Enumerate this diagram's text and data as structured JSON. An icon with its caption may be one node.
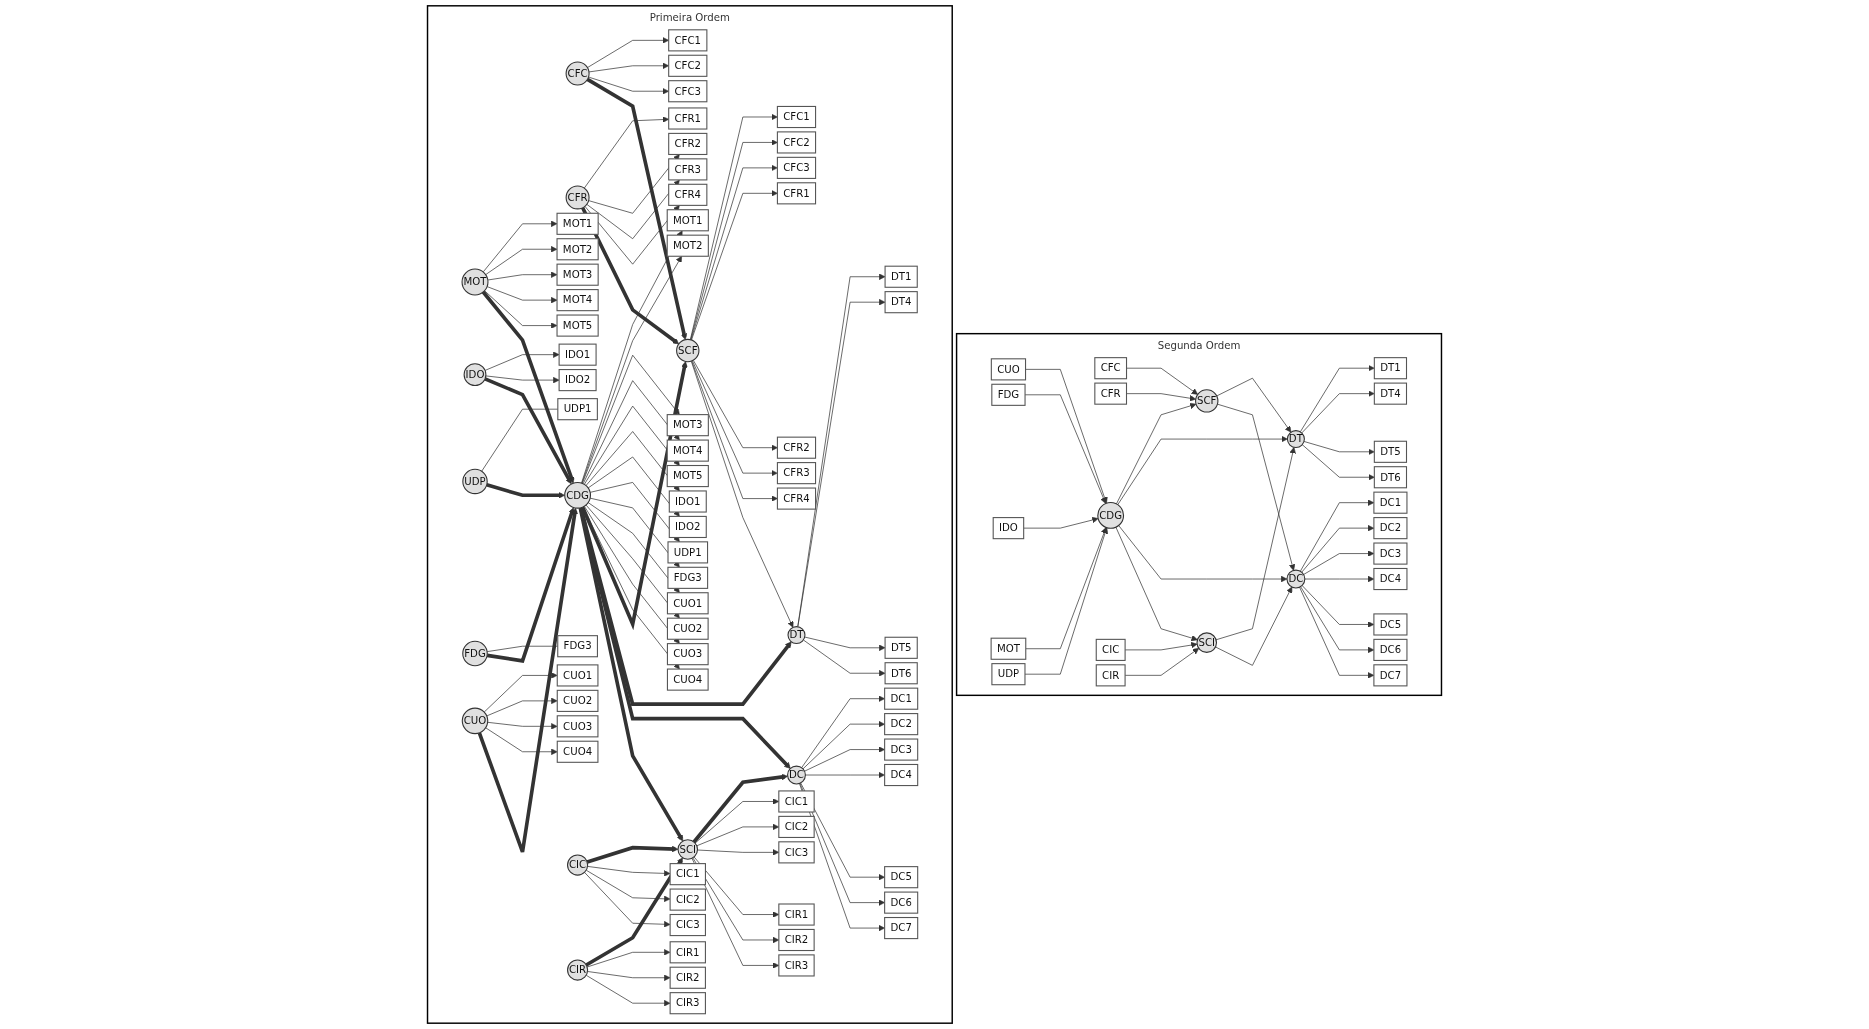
{
  "diagram": {
    "nodes": [
      {
        "text": [
          "Primeira Ordem"
        ]
      },
      {
        "text": [
          "CFC1"
        ],
        "in": 0
      },
      {
        "text": [
          "CFC2"
        ],
        "in": 0
      },
      {
        "text": [
          "CFC3"
        ],
        "in": 0
      },
      {
        "text": [
          "CFR1"
        ],
        "in": 0
      },
      {
        "text": [
          "CFR2"
        ],
        "in": 0
      },
      {
        "text": [
          "CFR3"
        ],
        "in": 0
      },
      {
        "text": [
          "CFR4"
        ],
        "in": 0
      },
      {
        "text": [
          "CFC"
        ],
        "in": 0
      },
      {
        "text": [
          "CFR"
        ],
        "in": 0
      },
      {
        "text": [
          "MOT1"
        ],
        "in": 0
      },
      {
        "text": [
          "MOT2"
        ],
        "in": 0
      },
      {
        "text": [
          "MOT3"
        ],
        "in": 0
      },
      {
        "text": [
          "MOT4"
        ],
        "in": 0
      },
      {
        "text": [
          "MOT5"
        ],
        "in": 0
      },
      {
        "text": [
          "MOT"
        ],
        "in": 0
      },
      {
        "text": [
          "CFC1"
        ],
        "in": 0
      },
      {
        "text": [
          "CFC2"
        ],
        "in": 0
      },
      {
        "text": [
          "CFC3"
        ],
        "in": 0
      },
      {
        "text": [
          "CFR1"
        ],
        "in": 0
      },
      {
        "text": [
          "CFR2"
        ],
        "in": 0
      },
      {
        "text": [
          "CFR3"
        ],
        "in": 0
      },
      {
        "text": [
          "CFR4"
        ],
        "in": 0
      },
      {
        "text": [
          "SCF"
        ],
        "in": 0
      },
      {
        "text": [
          "DT1"
        ],
        "in": 0
      },
      {
        "text": [
          "DT4"
        ],
        "in": 0
      },
      {
        "text": [
          "MOT1"
        ],
        "in": 0
      },
      {
        "text": [
          "MOT2"
        ],
        "in": 0
      },
      {
        "text": [
          "MOT3"
        ],
        "in": 0
      },
      {
        "text": [
          "MOT4"
        ],
        "in": 0
      },
      {
        "text": [
          "MOT5"
        ],
        "in": 0
      },
      {
        "text": [
          "DT"
        ],
        "in": 0
      },
      {
        "text": [
          "DT5"
        ],
        "in": 0
      },
      {
        "text": [
          "DT6"
        ],
        "in": 0
      },
      {
        "text": [
          "IDO1"
        ],
        "in": 0
      },
      {
        "text": [
          "IDO2"
        ],
        "in": 0
      },
      {
        "text": [
          "IDO"
        ],
        "in": 0
      },
      {
        "text": [
          "DC1"
        ],
        "in": 0
      },
      {
        "text": [
          "IDO1"
        ],
        "in": 0
      },
      {
        "text": [
          "IDO2"
        ],
        "in": 0
      },
      {
        "text": [
          "DC2"
        ],
        "in": 0
      },
      {
        "text": [
          "UDP1"
        ],
        "in": 0
      },
      {
        "text": [
          "UDP"
        ],
        "in": 0
      },
      {
        "text": [
          "UDP1"
        ],
        "in": 0
      },
      {
        "text": [
          "CDG"
        ],
        "in": 0
      },
      {
        "text": [
          "DC3"
        ],
        "in": 0
      },
      {
        "text": [
          "DC4"
        ],
        "in": 0
      },
      {
        "text": [
          "DC"
        ],
        "in": 0
      },
      {
        "text": [
          "DC5"
        ],
        "in": 0
      },
      {
        "text": [
          "FDG3"
        ],
        "in": 0
      },
      {
        "text": [
          "FDG"
        ],
        "in": 0
      },
      {
        "text": [
          "FDG3"
        ],
        "in": 0
      },
      {
        "text": [
          "SCI"
        ],
        "in": 0
      },
      {
        "text": [
          "DC6"
        ],
        "in": 0
      },
      {
        "text": [
          "DC7"
        ],
        "in": 0
      },
      {
        "text": [
          "CUO1"
        ],
        "in": 0
      },
      {
        "text": [
          "CUO2"
        ],
        "in": 0
      },
      {
        "text": [
          "CUO3"
        ],
        "in": 0
      },
      {
        "text": [
          "CUO4"
        ],
        "in": 0
      },
      {
        "text": [
          "CUO"
        ],
        "in": 0
      },
      {
        "text": [
          "CUO1"
        ],
        "in": 0
      },
      {
        "text": [
          "CUO2"
        ],
        "in": 0
      },
      {
        "text": [
          "CUO3"
        ],
        "in": 0
      },
      {
        "text": [
          "CUO4"
        ],
        "in": 0
      },
      {
        "text": [
          "CIC1"
        ],
        "in": 0
      },
      {
        "text": [
          "CIC2"
        ],
        "in": 0
      },
      {
        "text": [
          "CIC3"
        ],
        "in": 0
      },
      {
        "text": [
          "CIR1"
        ],
        "in": 0
      },
      {
        "text": [
          "CIR2"
        ],
        "in": 0
      },
      {
        "text": [
          "CIR3"
        ],
        "in": 0
      },
      {
        "text": [
          "CIC"
        ],
        "in": 0
      },
      {
        "text": [
          "CIR"
        ],
        "in": 0
      },
      {
        "text": [
          "CIC1"
        ],
        "in": 0
      },
      {
        "text": [
          "CIC2"
        ],
        "in": 0
      },
      {
        "text": [
          "CIC3"
        ],
        "in": 0
      },
      {
        "text": [
          "CIR1"
        ],
        "in": 0
      },
      {
        "text": [
          "CIR2"
        ],
        "in": 0
      },
      {
        "text": [
          "CIR3"
        ],
        "in": 0
      },
      {
        "text": [
          "Segunda Ordem"
        ]
      },
      {
        "text": [
          "CFC"
        ],
        "in": 78
      },
      {
        "text": [
          "CFR"
        ],
        "in": 78
      },
      {
        "text": [
          "SCF"
        ],
        "in": 78
      },
      {
        "text": [
          "DT1"
        ],
        "in": 78
      },
      {
        "text": [
          "DT4"
        ],
        "in": 78
      },
      {
        "text": [
          "DT"
        ],
        "in": 78
      },
      {
        "text": [
          "DT5"
        ],
        "in": 78
      },
      {
        "text": [
          "DT6"
        ],
        "in": 78
      },
      {
        "text": [
          "CUO"
        ],
        "in": 78
      },
      {
        "text": [
          "FDG"
        ],
        "in": 78
      },
      {
        "text": [
          "IDO"
        ],
        "in": 78
      },
      {
        "text": [
          "CDG"
        ],
        "in": 78
      },
      {
        "text": [
          "MOT"
        ],
        "in": 78
      },
      {
        "text": [
          "UDP"
        ],
        "in": 78
      },
      {
        "text": [
          "DC1"
        ],
        "in": 78
      },
      {
        "text": [
          "DC2"
        ],
        "in": 78
      },
      {
        "text": [
          "DC3"
        ],
        "in": 78
      },
      {
        "text": [
          "DC4"
        ],
        "in": 78
      },
      {
        "text": [
          "DC5"
        ],
        "in": 78
      },
      {
        "text": [
          "DC6"
        ],
        "in": 78
      },
      {
        "text": [
          "DC7"
        ],
        "in": 78
      },
      {
        "text": [
          "DC"
        ],
        "in": 78
      },
      {
        "text": [
          "SCI"
        ],
        "in": 78
      },
      {
        "text": [
          "CIC"
        ],
        "in": 78
      },
      {
        "text": [
          "CIR"
        ],
        "in": 78
      }
    ],
    "edges": [
      {
        "from": 8,
        "to": 1,
        "arrow": "to"
      },
      {
        "from": 8,
        "to": 2,
        "arrow": "to"
      },
      {
        "from": 8,
        "to": 3,
        "arrow": "to"
      },
      {
        "from": 9,
        "to": 4,
        "arrow": "to"
      },
      {
        "from": 9,
        "to": 5,
        "arrow": "to"
      },
      {
        "from": 9,
        "to": 6,
        "arrow": "to"
      },
      {
        "from": 9,
        "to": 7,
        "arrow": "to"
      },
      {
        "from": 15,
        "to": 10,
        "arrow": "to"
      },
      {
        "from": 15,
        "to": 11,
        "arrow": "to"
      },
      {
        "from": 15,
        "to": 12,
        "arrow": "to"
      },
      {
        "from": 15,
        "to": 13,
        "arrow": "to"
      },
      {
        "from": 15,
        "to": 14,
        "arrow": "to"
      },
      {
        "from": 36,
        "to": 34,
        "arrow": "to"
      },
      {
        "from": 36,
        "to": 35,
        "arrow": "to"
      },
      {
        "from": 42,
        "to": 41,
        "arrow": "none"
      },
      {
        "from": 50,
        "to": 49,
        "arrow": "none"
      },
      {
        "from": 59,
        "to": 55,
        "arrow": "to"
      },
      {
        "from": 59,
        "to": 56,
        "arrow": "to"
      },
      {
        "from": 59,
        "to": 57,
        "arrow": "to"
      },
      {
        "from": 59,
        "to": 58,
        "arrow": "to"
      },
      {
        "from": 8,
        "to": 23,
        "arrow": "to",
        "style": "thick"
      },
      {
        "from": 9,
        "to": 23,
        "arrow": "to",
        "style": "thick"
      },
      {
        "from": 23,
        "to": 16,
        "arrow": "to"
      },
      {
        "from": 23,
        "to": 17,
        "arrow": "to"
      },
      {
        "from": 23,
        "to": 18,
        "arrow": "to"
      },
      {
        "from": 23,
        "to": 19,
        "arrow": "to"
      },
      {
        "from": 23,
        "to": 20,
        "arrow": "to"
      },
      {
        "from": 23,
        "to": 21,
        "arrow": "to"
      },
      {
        "from": 23,
        "to": 22,
        "arrow": "to"
      },
      {
        "from": 44,
        "to": 26,
        "arrow": "to"
      },
      {
        "from": 44,
        "to": 27,
        "arrow": "to"
      },
      {
        "from": 44,
        "to": 28,
        "arrow": "to"
      },
      {
        "from": 44,
        "to": 29,
        "arrow": "to"
      },
      {
        "from": 44,
        "to": 30,
        "arrow": "to"
      },
      {
        "from": 44,
        "to": 38,
        "arrow": "to"
      },
      {
        "from": 44,
        "to": 39,
        "arrow": "to"
      },
      {
        "from": 44,
        "to": 43,
        "arrow": "to"
      },
      {
        "from": 44,
        "to": 51,
        "arrow": "to"
      },
      {
        "from": 44,
        "to": 60,
        "arrow": "to"
      },
      {
        "from": 44,
        "to": 61,
        "arrow": "to"
      },
      {
        "from": 44,
        "to": 62,
        "arrow": "to"
      },
      {
        "from": 44,
        "to": 63,
        "arrow": "to"
      },
      {
        "from": 15,
        "to": 44,
        "arrow": "to",
        "style": "thick"
      },
      {
        "from": 36,
        "to": 44,
        "arrow": "to",
        "style": "thick"
      },
      {
        "from": 42,
        "to": 44,
        "arrow": "to",
        "style": "thick"
      },
      {
        "from": 50,
        "to": 44,
        "arrow": "to",
        "style": "thick"
      },
      {
        "from": 59,
        "to": 44,
        "arrow": "to",
        "style": "thick"
      },
      {
        "from": 44,
        "to": 23,
        "arrow": "to",
        "style": "thick"
      },
      {
        "from": 44,
        "to": 31,
        "arrow": "to",
        "style": "thick"
      },
      {
        "from": 44,
        "to": 47,
        "arrow": "to",
        "style": "thick"
      },
      {
        "from": 44,
        "to": 52,
        "arrow": "to",
        "style": "thick"
      },
      {
        "from": 23,
        "to": 31,
        "arrow": "to"
      },
      {
        "from": 52,
        "to": 47,
        "arrow": "to",
        "style": "thick"
      },
      {
        "from": 31,
        "to": 24,
        "arrow": "to"
      },
      {
        "from": 31,
        "to": 25,
        "arrow": "to"
      },
      {
        "from": 31,
        "to": 32,
        "arrow": "to"
      },
      {
        "from": 31,
        "to": 33,
        "arrow": "to"
      },
      {
        "from": 47,
        "to": 37,
        "arrow": "to"
      },
      {
        "from": 47,
        "to": 40,
        "arrow": "to"
      },
      {
        "from": 47,
        "to": 45,
        "arrow": "to"
      },
      {
        "from": 47,
        "to": 46,
        "arrow": "to"
      },
      {
        "from": 47,
        "to": 48,
        "arrow": "to"
      },
      {
        "from": 47,
        "to": 53,
        "arrow": "to"
      },
      {
        "from": 47,
        "to": 54,
        "arrow": "to"
      },
      {
        "from": 52,
        "to": 64,
        "arrow": "to"
      },
      {
        "from": 52,
        "to": 65,
        "arrow": "to"
      },
      {
        "from": 52,
        "to": 66,
        "arrow": "to"
      },
      {
        "from": 52,
        "to": 67,
        "arrow": "to"
      },
      {
        "from": 52,
        "to": 68,
        "arrow": "to"
      },
      {
        "from": 52,
        "to": 69,
        "arrow": "to"
      },
      {
        "from": 70,
        "to": 52,
        "arrow": "to",
        "style": "thick"
      },
      {
        "from": 71,
        "to": 52,
        "arrow": "to",
        "style": "thick"
      },
      {
        "from": 70,
        "to": 72,
        "arrow": "to"
      },
      {
        "from": 70,
        "to": 73,
        "arrow": "to"
      },
      {
        "from": 70,
        "to": 74,
        "arrow": "to"
      },
      {
        "from": 71,
        "to": 75,
        "arrow": "to"
      },
      {
        "from": 71,
        "to": 76,
        "arrow": "to"
      },
      {
        "from": 71,
        "to": 77,
        "arrow": "to"
      },
      {
        "from": 79,
        "to": 81,
        "arrow": "to"
      },
      {
        "from": 80,
        "to": 81,
        "arrow": "to"
      },
      {
        "from": 87,
        "to": 90,
        "arrow": "to"
      },
      {
        "from": 88,
        "to": 90,
        "arrow": "to"
      },
      {
        "from": 89,
        "to": 90,
        "arrow": "to"
      },
      {
        "from": 91,
        "to": 90,
        "arrow": "to"
      },
      {
        "from": 92,
        "to": 90,
        "arrow": "to"
      },
      {
        "from": 90,
        "to": 81,
        "arrow": "to"
      },
      {
        "from": 90,
        "to": 84,
        "arrow": "to"
      },
      {
        "from": 90,
        "to": 100,
        "arrow": "to"
      },
      {
        "from": 90,
        "to": 101,
        "arrow": "to"
      },
      {
        "from": 81,
        "to": 84,
        "arrow": "to"
      },
      {
        "from": 81,
        "to": 100,
        "arrow": "to"
      },
      {
        "from": 101,
        "to": 84,
        "arrow": "to"
      },
      {
        "from": 101,
        "to": 100,
        "arrow": "to"
      },
      {
        "from": 102,
        "to": 101,
        "arrow": "to"
      },
      {
        "from": 103,
        "to": 101,
        "arrow": "to"
      },
      {
        "from": 84,
        "to": 82,
        "arrow": "to"
      },
      {
        "from": 84,
        "to": 83,
        "arrow": "to"
      },
      {
        "from": 84,
        "to": 85,
        "arrow": "to"
      },
      {
        "from": 84,
        "to": 86,
        "arrow": "to"
      },
      {
        "from": 100,
        "to": 93,
        "arrow": "to"
      },
      {
        "from": 100,
        "to": 94,
        "arrow": "to"
      },
      {
        "from": 100,
        "to": 95,
        "arrow": "to"
      },
      {
        "from": 100,
        "to": 96,
        "arrow": "to"
      },
      {
        "from": 100,
        "to": 97,
        "arrow": "to"
      },
      {
        "from": 100,
        "to": 98,
        "arrow": "to"
      },
      {
        "from": 100,
        "to": 99,
        "arrow": "to"
      }
    ]
  }
}
